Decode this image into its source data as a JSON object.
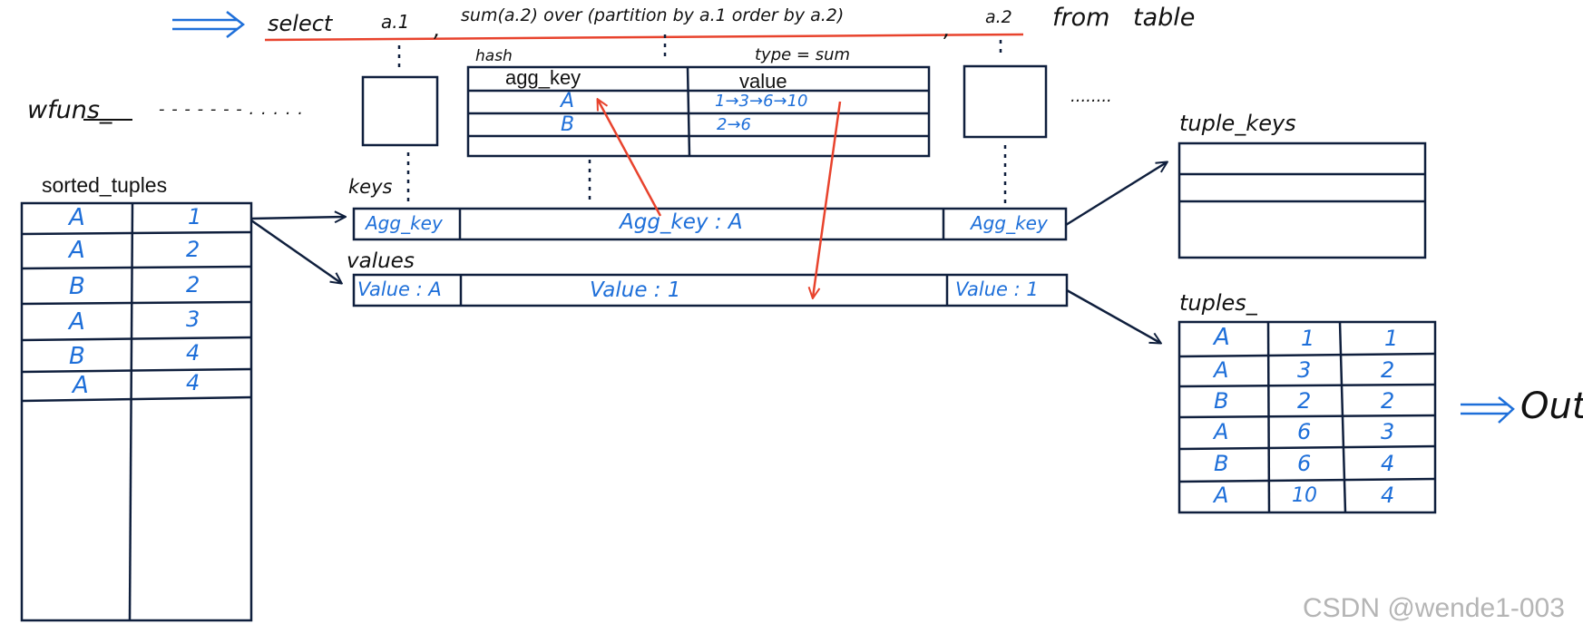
{
  "query": {
    "select": "select",
    "col1": "a.1",
    "comma1": ",",
    "window_expr": "sum(a.2) over (partition by a.1 order by a.2)",
    "comma2": ",",
    "col2": "a.2",
    "from": "from",
    "table": "table"
  },
  "labels": {
    "wfuns": "wfuns_",
    "hash": "hash",
    "type": "type = sum",
    "sorted_tuples": "sorted_tuples",
    "keys": "keys",
    "values": "values",
    "tuple_keys": "tuple_keys",
    "tuples": "tuples_",
    "out": "Out",
    "dots_left": "- - - - - - - . . . . .",
    "dots_right": "........"
  },
  "hash_table": {
    "headers": [
      "agg_key",
      "value"
    ],
    "rows": [
      [
        "A",
        "1→3→6→10"
      ],
      [
        "B",
        "2→6"
      ]
    ]
  },
  "sorted_tuples": [
    [
      "A",
      "1"
    ],
    [
      "A",
      "2"
    ],
    [
      "B",
      "2"
    ],
    [
      "A",
      "3"
    ],
    [
      "B",
      "4"
    ],
    [
      "A",
      "4"
    ]
  ],
  "keys_row": [
    "Agg_key",
    "Agg_key : A",
    "Agg_key"
  ],
  "values_row": [
    "Value : A",
    "Value : 1",
    "Value : 1"
  ],
  "tuples_out": [
    [
      "A",
      "1",
      "1"
    ],
    [
      "A",
      "3",
      "2"
    ],
    [
      "B",
      "2",
      "2"
    ],
    [
      "A",
      "6",
      "3"
    ],
    [
      "B",
      "6",
      "4"
    ],
    [
      "A",
      "10",
      "4"
    ]
  ],
  "watermark": "CSDN @wende1-003",
  "colors": {
    "ink": "#0f1f3d",
    "blue": "#1e6fd9",
    "red": "#e8432d"
  }
}
